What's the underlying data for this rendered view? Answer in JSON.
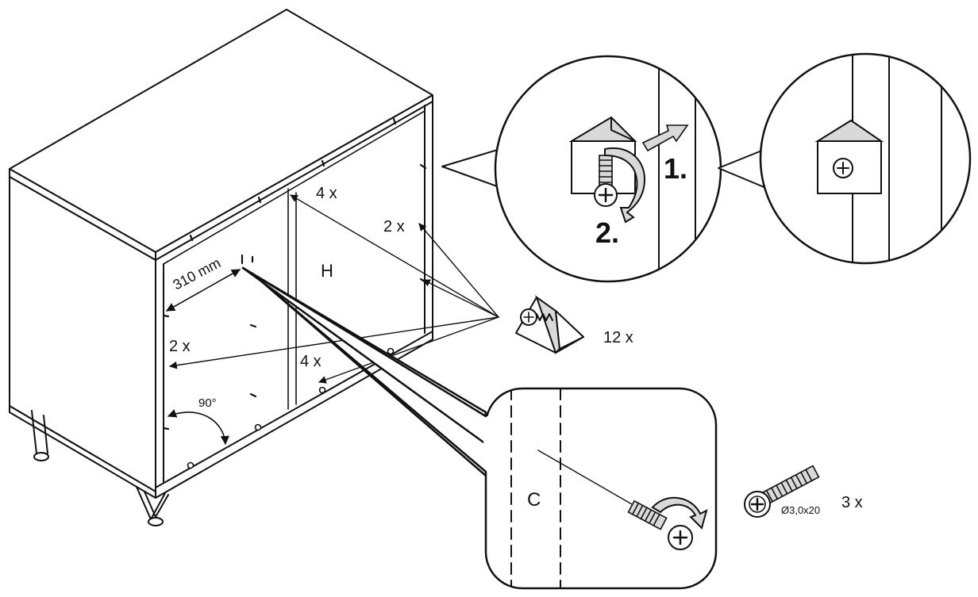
{
  "labels": {
    "panel_letter": "H",
    "door_letter": "C",
    "distance": "310 mm",
    "angle": "90°",
    "count_top": "4 x",
    "count_right": "2 x",
    "count_left": "2 x",
    "count_bottom": "4 x",
    "bracket_qty": "12 x",
    "screw_qty": "3 x",
    "screw_spec": "Ø3,0x20",
    "step_1": "1.",
    "step_2": "2."
  },
  "icons": {
    "bracket": "angle-bracket-icon",
    "screw": "screw-icon",
    "rotate": "rotate-arrow-icon"
  },
  "colors": {
    "line": "#111111",
    "fill": "#ffffff",
    "shade": "#d9d9d9"
  }
}
